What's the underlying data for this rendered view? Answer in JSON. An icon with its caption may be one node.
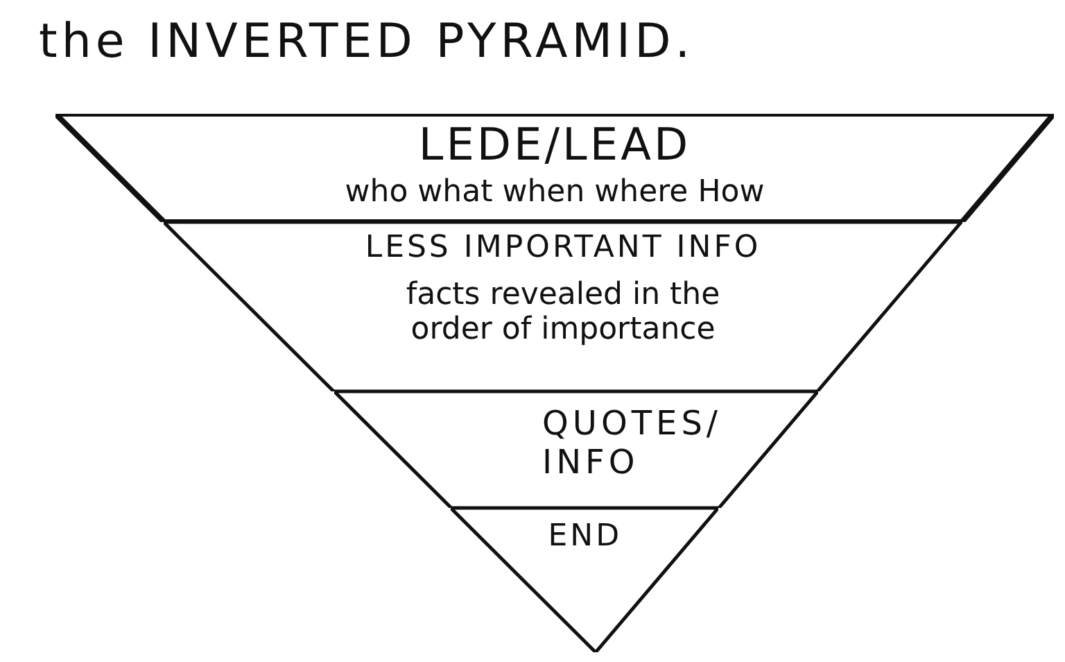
{
  "diagram": {
    "title": "the INVERTED PYRAMID.",
    "nodes": [
      {
        "text": [
          "LEDE/LEAD",
          "who what when where How"
        ]
      },
      {
        "text": [
          "LESS IMPORTANT INFO",
          "facts revealed in the order of importance"
        ]
      },
      {
        "text": [
          "QUOTES/ INFO"
        ]
      },
      {
        "text": [
          "END"
        ]
      }
    ]
  }
}
